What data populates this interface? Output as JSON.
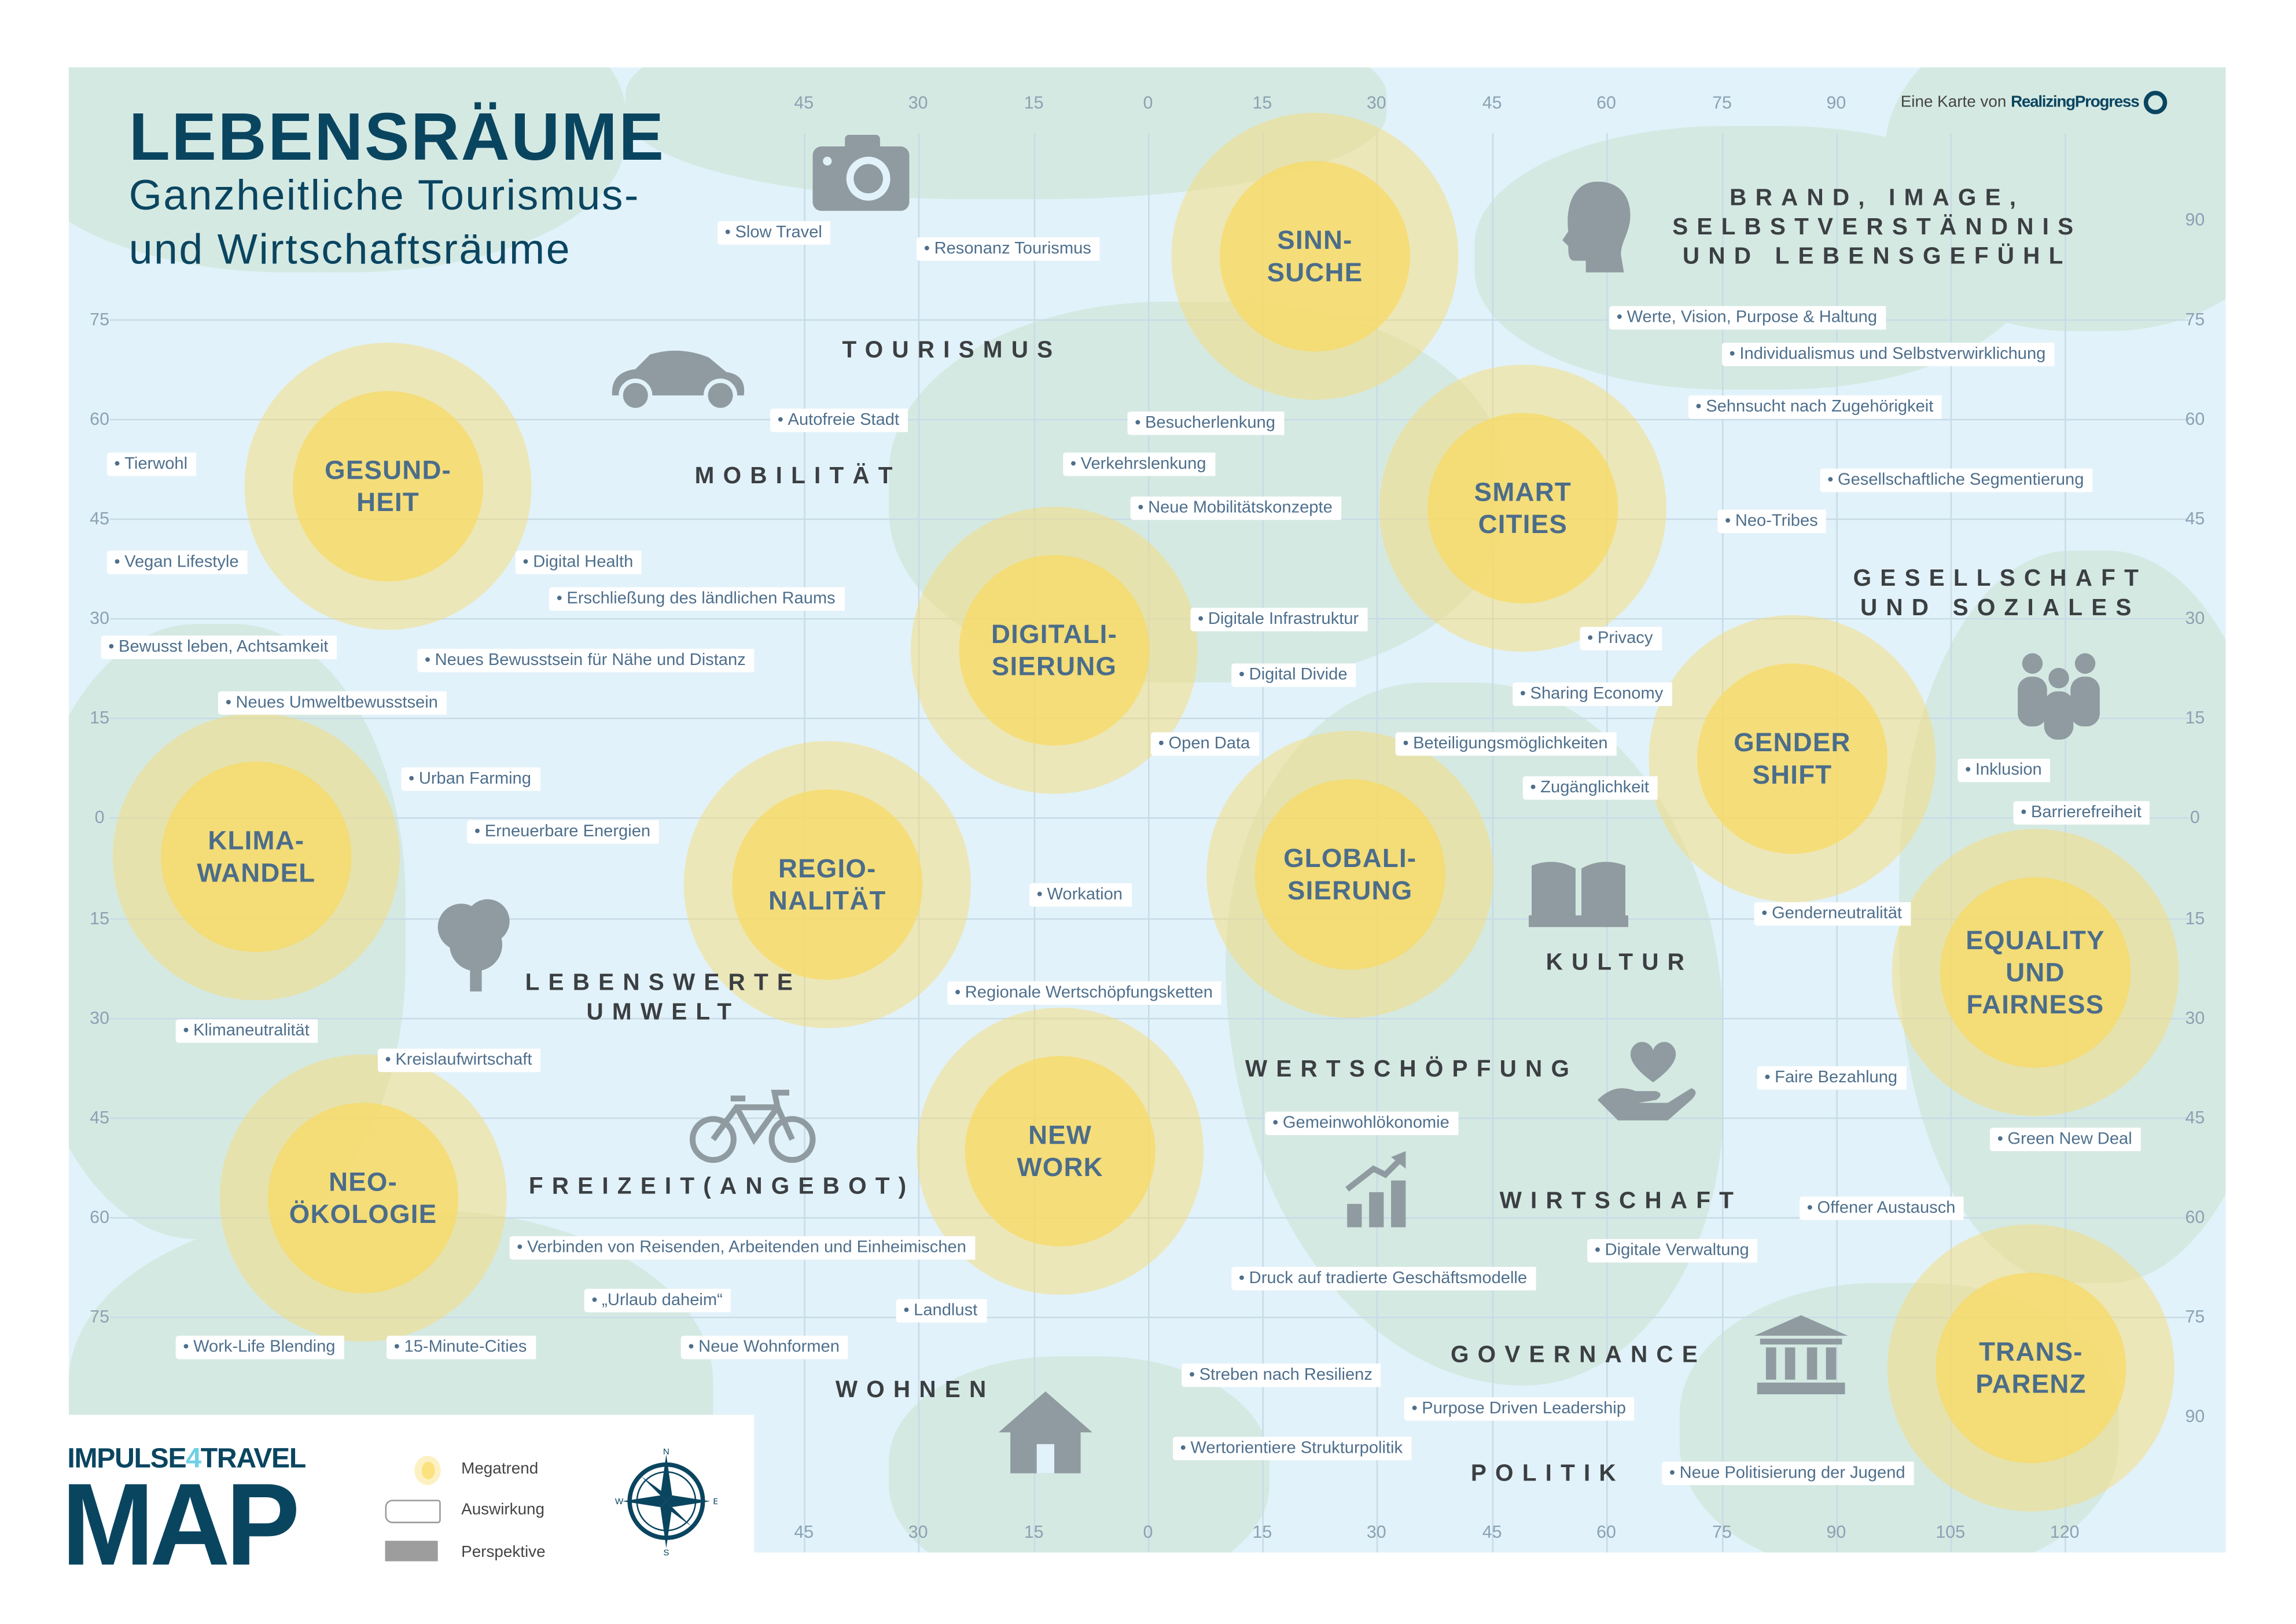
{
  "header": {
    "title": "LEBENSRÄUME",
    "subtitle_line1": "Ganzheitliche Tourismus-",
    "subtitle_line2": "und Wirtschaftsräume",
    "credit_prefix": "Eine Karte von",
    "credit_brand": "RealizingProgress"
  },
  "axes": {
    "top": [
      "45",
      "30",
      "15",
      "0",
      "15",
      "30",
      "45",
      "60",
      "75",
      "90"
    ],
    "bottom": [
      "45",
      "30",
      "15",
      "0",
      "15",
      "30",
      "45",
      "60",
      "75",
      "90",
      "105",
      "120"
    ],
    "left": [
      "75",
      "60",
      "45",
      "30",
      "15",
      "0",
      "15",
      "30",
      "45",
      "60",
      "75"
    ],
    "right": [
      "90",
      "75",
      "60",
      "45",
      "30",
      "15",
      "0",
      "15",
      "30",
      "45",
      "60",
      "75",
      "90"
    ]
  },
  "megatrends": [
    "GESUND-\nHEIT",
    "SINN-\nSUCHE",
    "SMART\nCITIES",
    "DIGITALI-\nSIERUNG",
    "KLIMA-\nWANDEL",
    "REGIO-\nNALITÄT",
    "GLOBALI-\nSIERUNG",
    "GENDER\nSHIFT",
    "EQUALITY\nUND\nFAIRNESS",
    "NEO-\nÖKOLOGIE",
    "NEW\nWORK",
    "TRANS-\nPARENZ"
  ],
  "perspectives": [
    "TOURISMUS",
    "MOBILITÄT",
    "BRAND, IMAGE,\nSELBSTVERSTÄNDNIS\nUND LEBENSGEFÜHL",
    "GESELLSCHAFT\nUND SOZIALES",
    "LEBENSWERTE\nUMWELT",
    "KULTUR",
    "WERTSCHÖPFUNG",
    "FREIZEIT(ANGEBOT)",
    "WIRTSCHAFT",
    "GOVERNANCE",
    "WOHNEN",
    "POLITIK"
  ],
  "tags": [
    "Slow Travel",
    "Resonanz Tourismus",
    "Autofreie Stadt",
    "Besucherlenkung",
    "Verkehrslenkung",
    "Neue Mobilitätskonzepte",
    "Tierwohl",
    "Vegan Lifestyle",
    "Digital Health",
    "Erschließung des ländlichen Raums",
    "Bewusst leben, Achtsamkeit",
    "Neues Bewusstsein für Nähe und Distanz",
    "Neues Umweltbewusstsein",
    "Urban Farming",
    "Erneuerbare Energien",
    "Digitale Infrastruktur",
    "Digital Divide",
    "Open Data",
    "Werte, Vision, Purpose & Haltung",
    "Individualismus und Selbstverwirklichung",
    "Sehnsucht nach Zugehörigkeit",
    "Gesellschaftliche Segmentierung",
    "Neo-Tribes",
    "Privacy",
    "Sharing Economy",
    "Beteiligungsmöglichkeiten",
    "Zugänglichkeit",
    "Inklusion",
    "Barrierefreiheit",
    "Workation",
    "Genderneutralität",
    "Regionale Wertschöpfungsketten",
    "Klimaneutralität",
    "Kreislaufwirtschaft",
    "Faire Bezahlung",
    "Gemeinwohlökonomie",
    "Green New Deal",
    "Offener Austausch",
    "Verbinden von Reisenden, Arbeitenden und Einheimischen",
    "Digitale Verwaltung",
    "Druck auf tradierte Geschäftsmodelle",
    "„Urlaub daheim“",
    "Landlust",
    "Work-Life Blending",
    "15-Minute-Cities",
    "Neue Wohnformen",
    "Streben nach Resilienz",
    "Purpose Driven Leadership",
    "Wertorientiere Strukturpolitik",
    "Neue Politisierung der Jugend"
  ],
  "icons": [
    "camera-icon",
    "car-icon",
    "head-icon",
    "people-icon",
    "book-icon",
    "tree-icon",
    "bicycle-icon",
    "heart-hand-icon",
    "growth-chart-icon",
    "bank-icon",
    "house-icon"
  ],
  "legend": {
    "brand_top_a": "IMPULSE",
    "brand_top_b": "4",
    "brand_top_c": "TRAVEL",
    "brand_main": "MAP",
    "megatrend": "Megatrend",
    "impact": "Auswirkung",
    "perspective": "Perspektive",
    "compass": {
      "n": "N",
      "s": "S",
      "e": "E",
      "w": "W"
    }
  },
  "colors": {
    "title": "#0a4560",
    "tag_text": "#4e6f8c",
    "icon": "#8f9ba0",
    "accent": "#6fd0e6"
  }
}
